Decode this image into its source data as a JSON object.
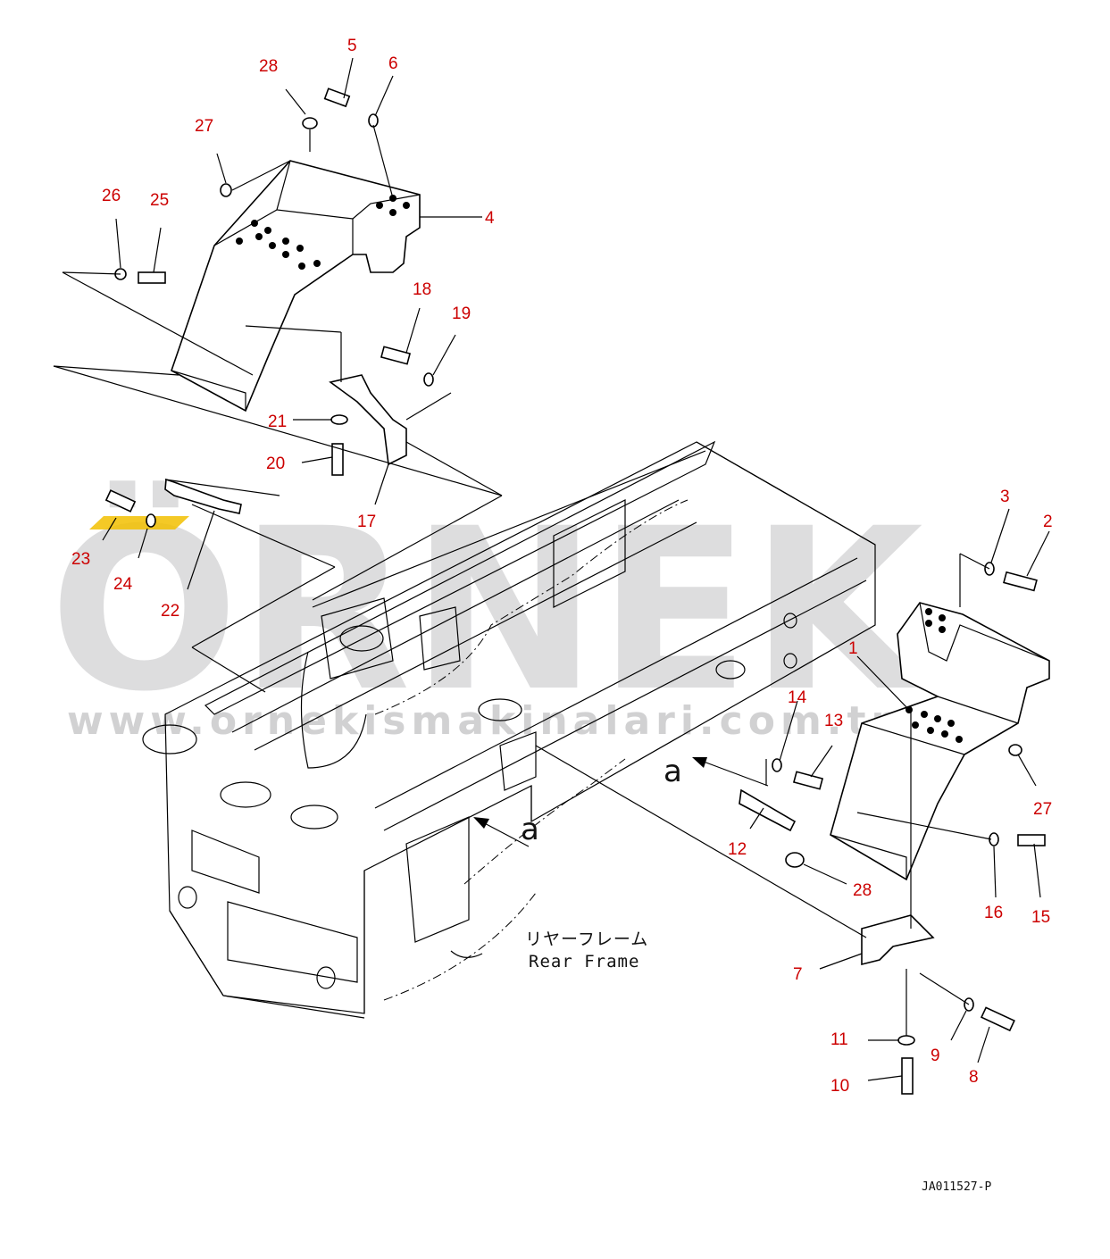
{
  "watermark": {
    "main": "ÖRNEK",
    "url": "www.ornekismakinalari.com.tr",
    "color": "#d4d4d6",
    "accent": "#f2c000"
  },
  "labels": {
    "frame_japanese": "リヤーフレーム",
    "frame_english": "Rear Frame",
    "view_upper": "a",
    "view_lower": "a",
    "drawing_id": "JA011527-P"
  },
  "callouts": {
    "c1": "1",
    "c2": "2",
    "c3": "3",
    "c4": "4",
    "c5": "5",
    "c6": "6",
    "c7": "7",
    "c8": "8",
    "c9": "9",
    "c10": "10",
    "c11": "11",
    "c12": "12",
    "c13": "13",
    "c14": "14",
    "c15": "15",
    "c16": "16",
    "c17": "17",
    "c18": "18",
    "c19": "19",
    "c20": "20",
    "c21": "21",
    "c22": "22",
    "c23": "23",
    "c24": "24",
    "c25": "25",
    "c26": "26",
    "c27_upper": "27",
    "c27_lower": "27",
    "c28_upper": "28",
    "c28_lower": "28"
  },
  "colors": {
    "callout": "#cc0000",
    "line": "#000000"
  }
}
